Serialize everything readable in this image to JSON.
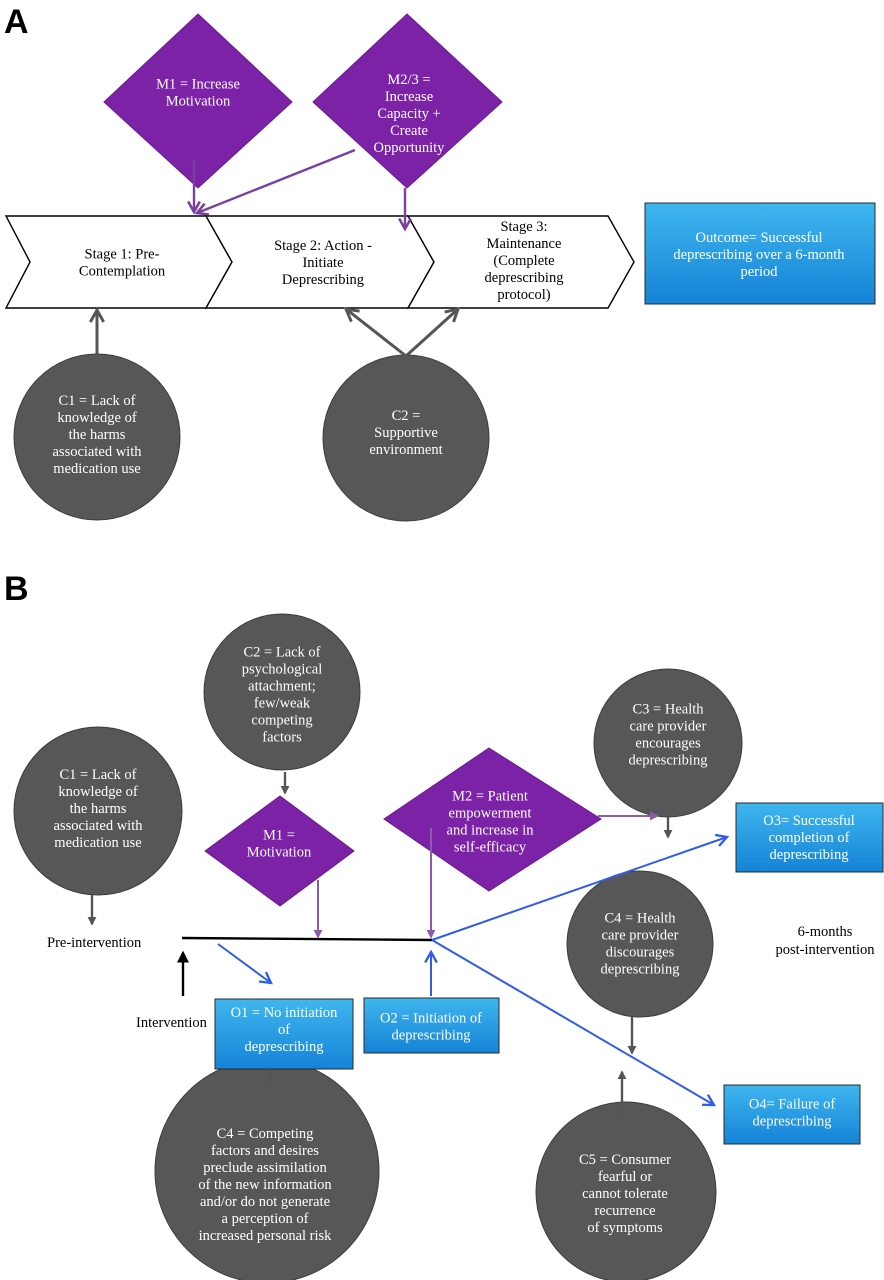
{
  "panel_a": {
    "label": "A",
    "mechanisms": [
      {
        "id": "M1",
        "lines": [
          "M1 = Increase",
          "Motivation"
        ]
      },
      {
        "id": "M23",
        "lines": [
          "M2/3 =",
          "Increase",
          "Capacity +",
          "Create",
          "Opportunity"
        ]
      }
    ],
    "stages": [
      {
        "id": "stage1",
        "lines": [
          "Stage 1: Pre-",
          "Contemplation"
        ]
      },
      {
        "id": "stage2",
        "lines": [
          "Stage 2: Action -",
          "Initiate",
          "Deprescribing"
        ]
      },
      {
        "id": "stage3",
        "lines": [
          "Stage 3:",
          "Maintenance",
          "(Complete",
          "deprescribing",
          "protocol)"
        ]
      }
    ],
    "outcome": {
      "lines": [
        "Outcome= Successful",
        "deprescribing over a 6-month",
        "period"
      ]
    },
    "contexts": [
      {
        "id": "C1",
        "lines": [
          "C1 = Lack of",
          "knowledge of",
          "the harms",
          "associated with",
          "medication use"
        ]
      },
      {
        "id": "C2",
        "lines": [
          "C2 =",
          "Supportive",
          "environment"
        ]
      }
    ]
  },
  "panel_b": {
    "label": "B",
    "contexts": [
      {
        "id": "C2",
        "lines": [
          "C2 = Lack of",
          "psychological",
          "attachment;",
          "few/weak",
          "competing",
          "factors"
        ]
      },
      {
        "id": "C3",
        "lines": [
          "C3 = Health",
          "care provider",
          "encourages",
          "deprescribing"
        ]
      },
      {
        "id": "C1",
        "lines": [
          "C1 = Lack of",
          "knowledge of",
          "the harms",
          "associated with",
          "medication use"
        ]
      },
      {
        "id": "C4a",
        "lines": [
          "C4 = Health",
          "care provider",
          "discourages",
          "deprescribing"
        ]
      },
      {
        "id": "C4b",
        "lines": [
          "C4 = Competing",
          "factors and desires",
          "preclude assimilation",
          "of the new information",
          "and/or do not generate",
          "a perception of",
          "increased personal risk"
        ]
      },
      {
        "id": "C5",
        "lines": [
          "C5 = Consumer",
          "fearful or",
          "cannot tolerate",
          "recurrence",
          "of symptoms"
        ]
      }
    ],
    "mechanisms": [
      {
        "id": "M1",
        "lines": [
          "M1 =",
          "Motivation"
        ]
      },
      {
        "id": "M2",
        "lines": [
          "M2 = Patient",
          "empowerment",
          "and increase in",
          "self-efficacy"
        ]
      }
    ],
    "outcomes": [
      {
        "id": "O1",
        "lines": [
          "O1 = No initiation",
          "of",
          "deprescribing"
        ]
      },
      {
        "id": "O2",
        "lines": [
          "O2 = Initiation of",
          "deprescribing"
        ]
      },
      {
        "id": "O3",
        "lines": [
          "O3= Successful",
          "completion of",
          "deprescribing"
        ]
      },
      {
        "id": "O4",
        "lines": [
          "O4= Failure of",
          "deprescribing"
        ]
      }
    ],
    "labels": {
      "pre_intervention": "Pre-intervention",
      "intervention": "Intervention",
      "post_intervention": [
        "6-months",
        "post-intervention"
      ]
    }
  },
  "colors": {
    "context_circle": "#575757",
    "mechanism_diamond": "#7b22a6",
    "outcome_box": "#1f9ce0",
    "arrow_gray": "#555555",
    "arrow_purple": "#7b3fa0",
    "arrow_blue": "#2f5ce8"
  }
}
